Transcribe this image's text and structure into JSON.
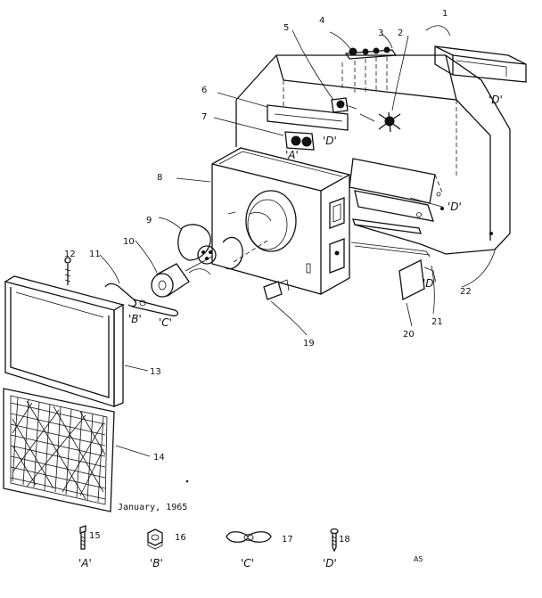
{
  "part_numbers": [
    "1",
    "2",
    "3",
    "4",
    "5",
    "6",
    "7",
    "8",
    "9",
    "10",
    "11",
    "12",
    "13",
    "14",
    "19",
    "20",
    "21",
    "22",
    "15",
    "16",
    "17",
    "18"
  ],
  "letter_tags": {
    "A": "'A'",
    "B": "'B'",
    "C": "'C'",
    "D": "'D'"
  },
  "hardware": [
    {
      "number": "15",
      "letter": "'A'"
    },
    {
      "number": "16",
      "letter": "'B'"
    },
    {
      "number": "17",
      "letter": "'C'"
    },
    {
      "number": "18",
      "letter": "'D'"
    }
  ],
  "date": "January, 1965",
  "page_code": "A5"
}
